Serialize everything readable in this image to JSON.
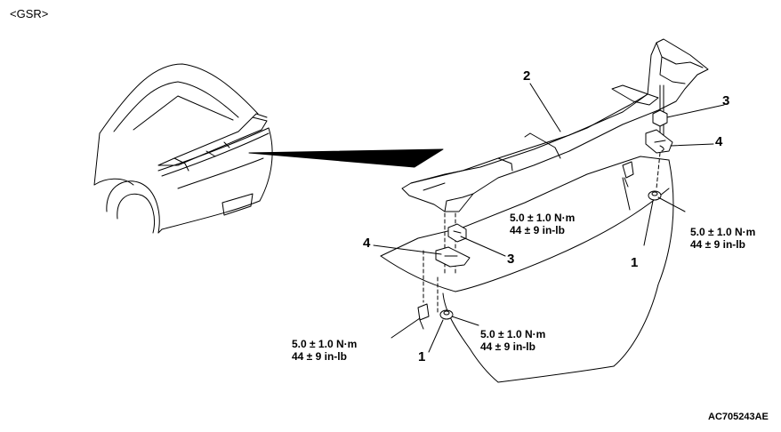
{
  "variant_label": "<GSR>",
  "callouts": {
    "c1_right": "1",
    "c1_bottom": "1",
    "c2": "2",
    "c3_right": "3",
    "c3_lower": "3",
    "c4_right": "4",
    "c4_left": "4"
  },
  "torques": {
    "center": {
      "metric": "5.0 ± 1.0 N·m",
      "imperial": "44 ± 9 in-lb"
    },
    "right": {
      "metric": "5.0 ± 1.0 N·m",
      "imperial": "44 ± 9 in-lb"
    },
    "bottom_left": {
      "metric": "5.0 ± 1.0 N·m",
      "imperial": "44 ± 9 in-lb"
    },
    "bottom_mid": {
      "metric": "5.0 ± 1.0 N·m",
      "imperial": "44 ± 9 in-lb"
    }
  },
  "figure_ref": "AC705243AE"
}
